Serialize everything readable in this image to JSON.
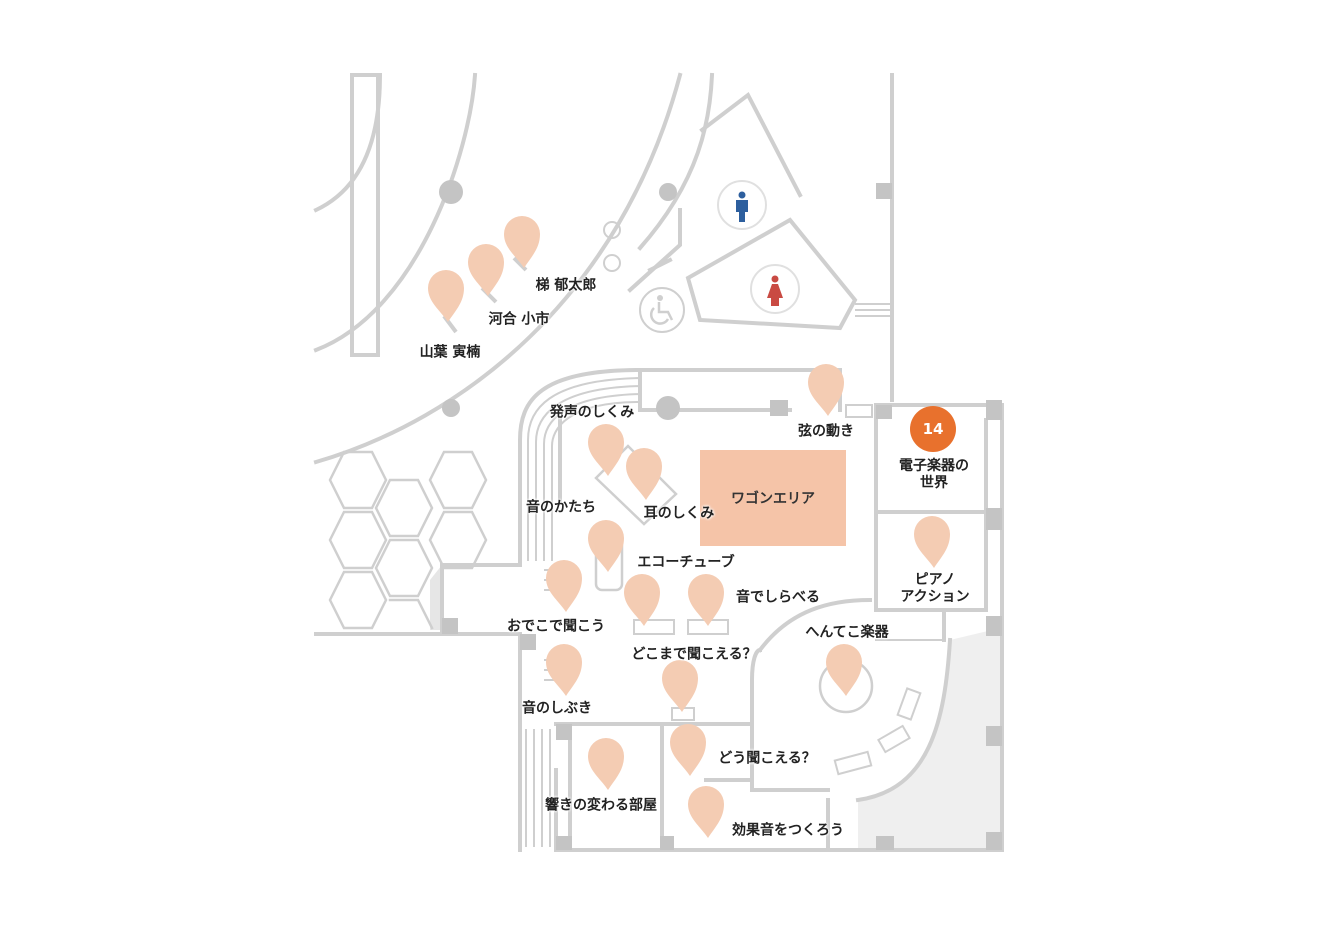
{
  "colors": {
    "wall": "#cfcfcf",
    "wall_dark": "#c4c4c4",
    "floor_shade": "#efefef",
    "marker": "#f4ccb3",
    "wagon_area": "#f5c4a8",
    "badge": "#e8712d",
    "male": "#2d5f9e",
    "female": "#c94a43"
  },
  "icons": {
    "male_restroom": "male-restroom-icon",
    "female_restroom": "female-restroom-icon",
    "accessible_restroom": "wheelchair-icon"
  },
  "wagon_area": {
    "label": "ワゴンエリア"
  },
  "current_exhibit": {
    "number": "14",
    "label": "電子楽器の\n世界"
  },
  "exhibits": [
    {
      "id": "kakehashi",
      "label": "梯 郁太郎"
    },
    {
      "id": "kawai",
      "label": "河合 小市"
    },
    {
      "id": "yamaha",
      "label": "山葉 寅楠"
    },
    {
      "id": "hassei",
      "label": "発声のしくみ"
    },
    {
      "id": "gen",
      "label": "弦の動き"
    },
    {
      "id": "katachi",
      "label": "音のかたち"
    },
    {
      "id": "mimi",
      "label": "耳のしくみ"
    },
    {
      "id": "echo",
      "label": "エコーチューブ"
    },
    {
      "id": "piano",
      "label": "ピアノ\nアクション"
    },
    {
      "id": "shiraberu",
      "label": "音でしらべる"
    },
    {
      "id": "odeko",
      "label": "おでこで聞こう"
    },
    {
      "id": "dokomade",
      "label": "どこまで聞こえる？"
    },
    {
      "id": "hentekko",
      "label": "へんてこ楽器"
    },
    {
      "id": "shibuki",
      "label": "音のしぶき"
    },
    {
      "id": "dou",
      "label": "どう聞こえる？"
    },
    {
      "id": "hibiki",
      "label": "響きの変わる部屋"
    },
    {
      "id": "kouka",
      "label": "効果音をつくろう"
    }
  ]
}
